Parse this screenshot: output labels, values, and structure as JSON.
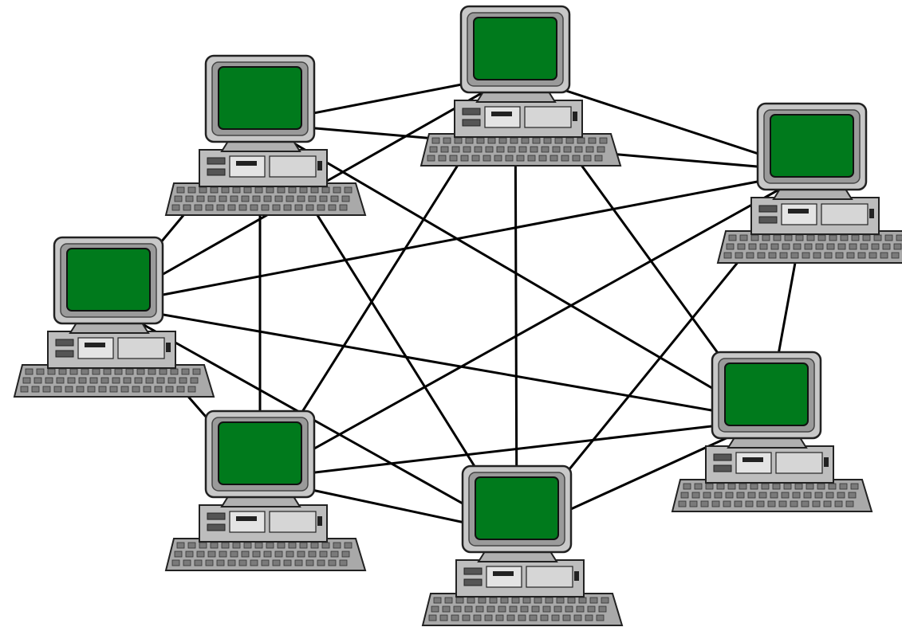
{
  "diagram": {
    "kind": "mesh-network",
    "colors": {
      "background": "#ffffff",
      "link": "#000000",
      "screen": "#007a1c",
      "bezel": "#c8c8c8",
      "case": "#bdbdbd",
      "keyboard": "#a9a9a9",
      "outline": "#222222"
    },
    "nodes": [
      {
        "id": "pc-top-center",
        "icon": "desktop-computer-icon"
      },
      {
        "id": "pc-upper-left",
        "icon": "desktop-computer-icon"
      },
      {
        "id": "pc-upper-right",
        "icon": "desktop-computer-icon"
      },
      {
        "id": "pc-middle-left",
        "icon": "desktop-computer-icon"
      },
      {
        "id": "pc-middle-right",
        "icon": "desktop-computer-icon"
      },
      {
        "id": "pc-lower-left",
        "icon": "desktop-computer-icon"
      },
      {
        "id": "pc-bottom-center",
        "icon": "desktop-computer-icon"
      }
    ],
    "links": [
      [
        "pc-top-center",
        "pc-upper-left"
      ],
      [
        "pc-top-center",
        "pc-upper-right"
      ],
      [
        "pc-top-center",
        "pc-lower-left"
      ],
      [
        "pc-top-center",
        "pc-bottom-center"
      ],
      [
        "pc-top-center",
        "pc-middle-right"
      ],
      [
        "pc-upper-left",
        "pc-upper-right"
      ],
      [
        "pc-upper-left",
        "pc-middle-left"
      ],
      [
        "pc-upper-left",
        "pc-lower-left"
      ],
      [
        "pc-upper-left",
        "pc-bottom-center"
      ],
      [
        "pc-upper-left",
        "pc-middle-right"
      ],
      [
        "pc-middle-left",
        "pc-top-center"
      ],
      [
        "pc-middle-left",
        "pc-upper-right"
      ],
      [
        "pc-middle-left",
        "pc-lower-left"
      ],
      [
        "pc-middle-left",
        "pc-bottom-center"
      ],
      [
        "pc-middle-left",
        "pc-middle-right"
      ],
      [
        "pc-upper-right",
        "pc-lower-left"
      ],
      [
        "pc-upper-right",
        "pc-bottom-center"
      ],
      [
        "pc-upper-right",
        "pc-middle-right"
      ],
      [
        "pc-lower-left",
        "pc-middle-right"
      ],
      [
        "pc-lower-left",
        "pc-bottom-center"
      ],
      [
        "pc-bottom-center",
        "pc-middle-right"
      ]
    ]
  }
}
